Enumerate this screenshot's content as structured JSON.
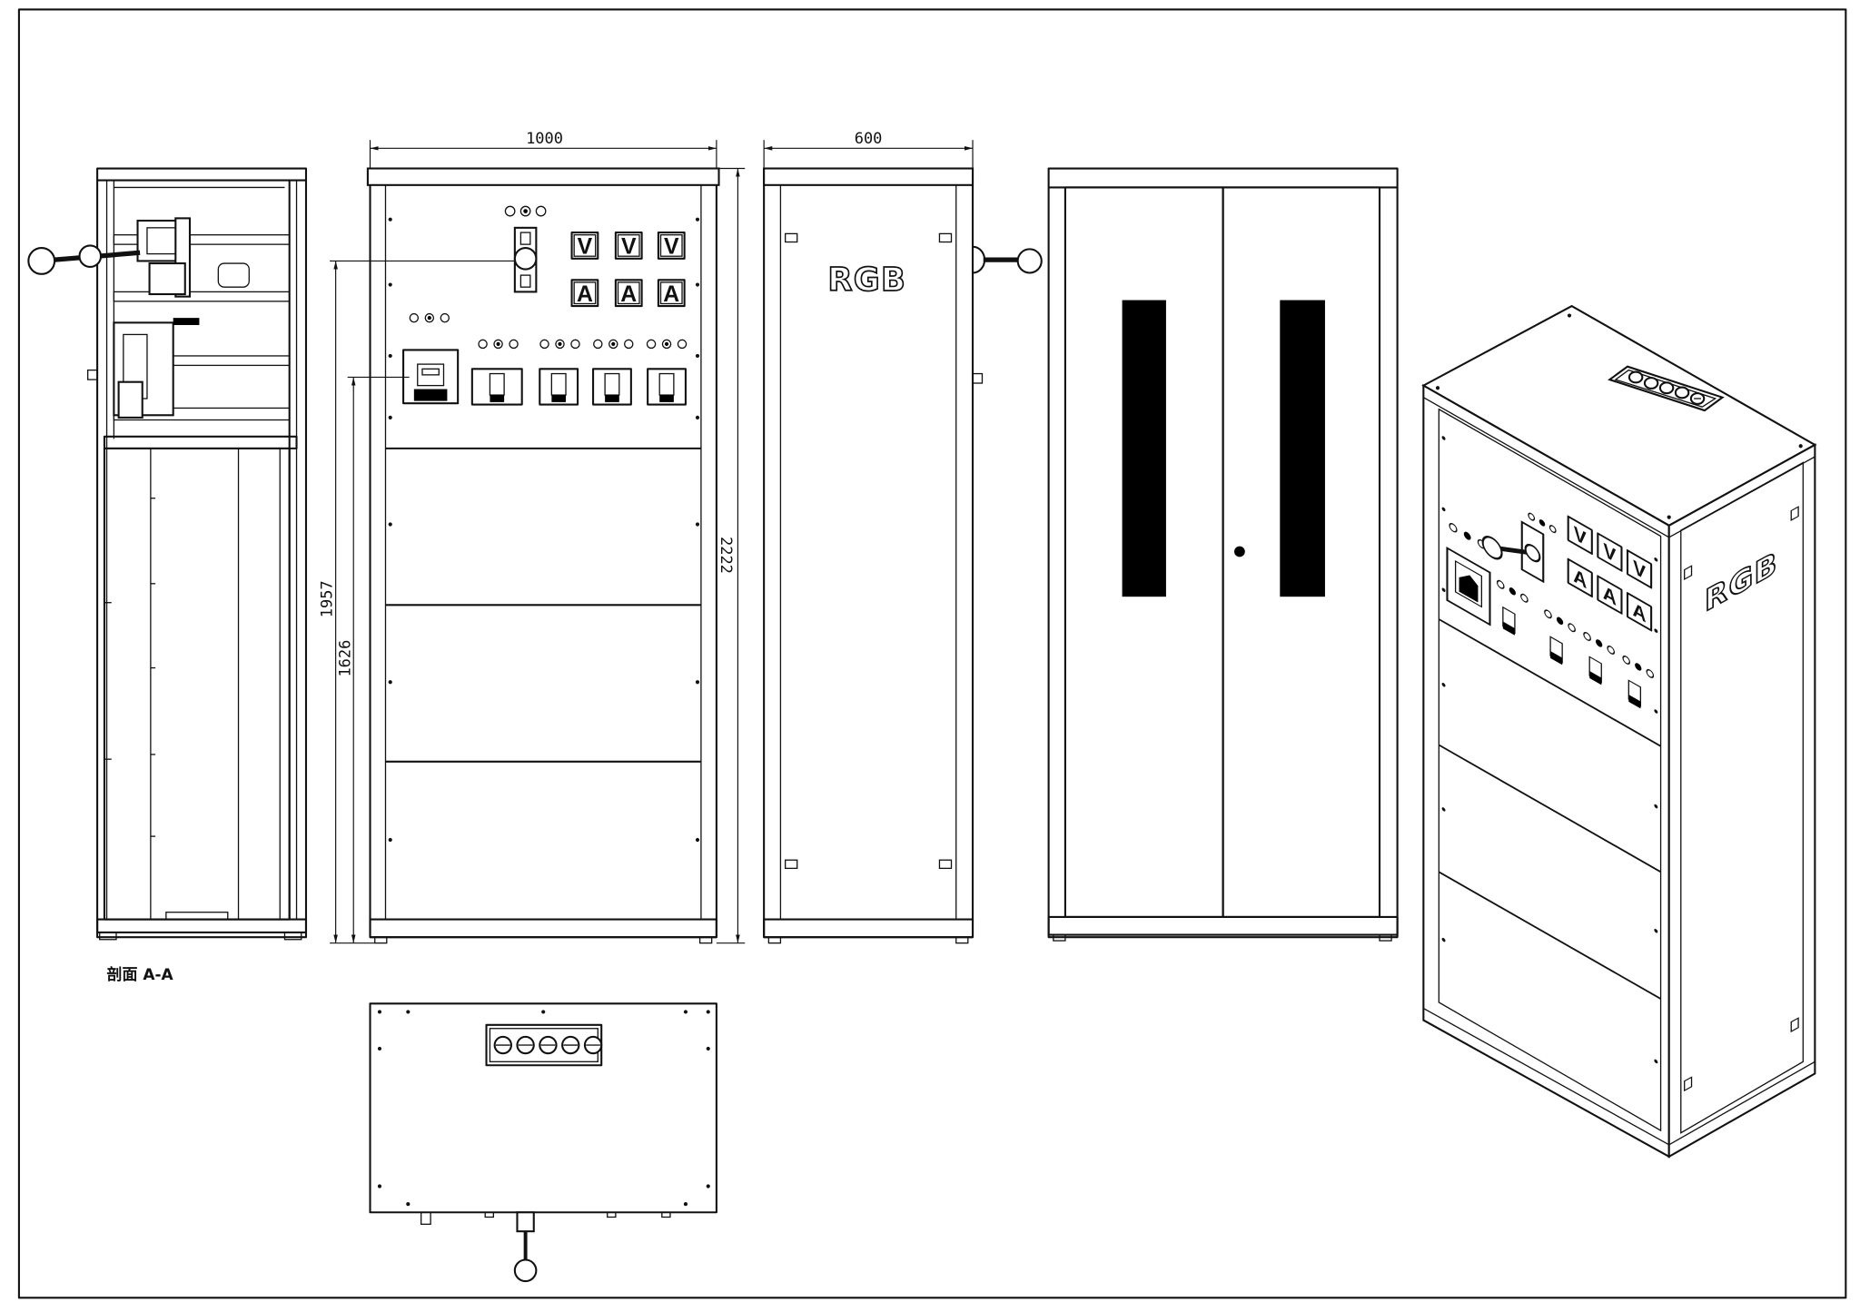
{
  "dimensions": {
    "front_width": "1000",
    "side_depth": "600",
    "overall_height": "2222",
    "height_upper": "1957",
    "height_lower": "1626"
  },
  "section_label": "剖面 A-A",
  "logo": "RGB",
  "meters": {
    "voltage": [
      "V",
      "V",
      "V"
    ],
    "current": [
      "A",
      "A",
      "A"
    ]
  },
  "colors": {
    "line": "#111111",
    "paper": "#ffffff",
    "window_fill": "#000000"
  }
}
